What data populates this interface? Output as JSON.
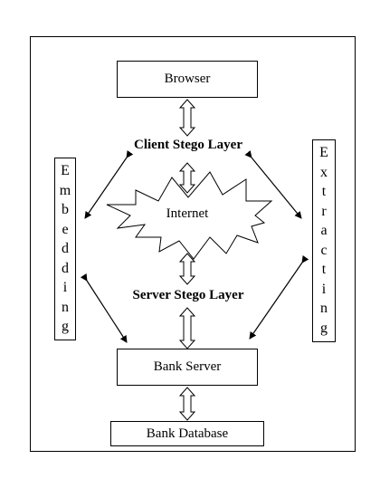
{
  "diagram": {
    "browser": "Browser",
    "client_layer": "Client Stego Layer",
    "internet": "Internet",
    "server_layer": "Server Stego Layer",
    "bank_server": "Bank Server",
    "bank_database": "Bank Database",
    "embedding": [
      "E",
      "m",
      "b",
      "e",
      "d",
      "d",
      "i",
      "n",
      "g"
    ],
    "extracting": [
      "E",
      "x",
      "t",
      "r",
      "a",
      "c",
      "t",
      "i",
      "n",
      "g"
    ]
  }
}
